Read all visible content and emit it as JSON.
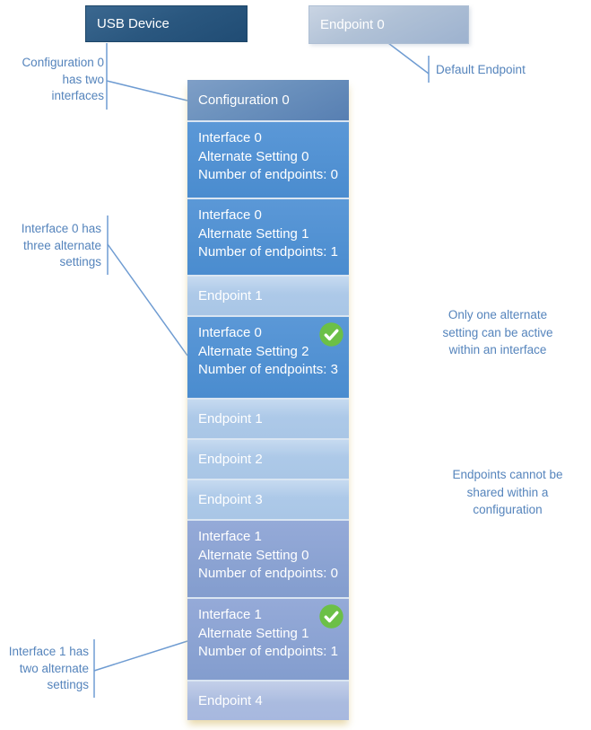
{
  "device_box": {
    "label": "USB Device"
  },
  "default_endpoint_box": {
    "label": "Endpoint 0"
  },
  "stack": {
    "items": [
      {
        "kind": "configuration",
        "text": "Configuration 0"
      },
      {
        "kind": "interface",
        "text": "Interface 0\nAlternate Setting 0\nNumber of endpoints: 0",
        "active": false
      },
      {
        "kind": "interface",
        "text": "Interface 0\nAlternate Setting 1\nNumber of endpoints: 1",
        "active": false
      },
      {
        "kind": "endpoint",
        "text": "Endpoint 1"
      },
      {
        "kind": "interface",
        "text": "Interface 0\nAlternate Setting 2\nNumber of endpoints: 3",
        "active": true
      },
      {
        "kind": "endpoint",
        "text": "Endpoint 1"
      },
      {
        "kind": "endpoint",
        "text": "Endpoint 2"
      },
      {
        "kind": "endpoint",
        "text": "Endpoint 3"
      },
      {
        "kind": "interface",
        "text": "Interface 1\nAlternate Setting 0\nNumber of endpoints: 0",
        "active": false
      },
      {
        "kind": "interface",
        "text": "Interface 1\nAlternate Setting 1\nNumber of endpoints: 1",
        "active": true
      },
      {
        "kind": "endpoint",
        "text": "Endpoint 4"
      }
    ]
  },
  "annotations": {
    "config_interfaces": "Configuration 0\nhas two\ninterfaces",
    "interface0_alts": "Interface 0 has\nthree alternate\nsettings",
    "interface1_alts": "Interface 1 has\ntwo alternate\nsettings",
    "default_endpoint": "Default Endpoint",
    "alternate_active": "Only one alternate\nsetting can be active\nwithin an interface",
    "endpoints_shared": "Endpoints cannot be\nshared within a\nconfiguration"
  },
  "colors": {
    "device_box": "#2a577f",
    "config_header": "#6b91bd",
    "interface0_block": "#4f90d2",
    "endpoint_block": "#aec9e8",
    "interface1_block": "#8da4d4",
    "endpoint4_block": "#aebedf",
    "active_check_green": "#6cc047",
    "callout_line": "#6f9cd2",
    "annotation_text": "#5584bc"
  }
}
